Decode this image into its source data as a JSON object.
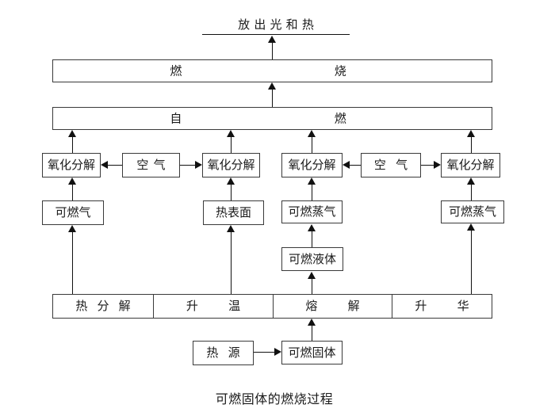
{
  "title": "放 出 光 和 热",
  "caption": "可燃固体的燃烧过程",
  "boxes": {
    "combustion": [
      "燃",
      "烧"
    ],
    "autoignition": [
      "自",
      "燃"
    ],
    "oxidation1": "氧化分解",
    "air1": "空 气",
    "oxidation2": "氧化分解",
    "oxidation3": "氧化分解",
    "air2": "空 气",
    "oxidation4": "氧化分解",
    "combustible_gas": "可燃气",
    "hot_surface": "热表面",
    "combustible_vapor_left": "可燃蒸气",
    "combustible_vapor_right": "可燃蒸气",
    "combustible_liquid": "可燃液体",
    "process": [
      "热 分 解",
      "升 温",
      "熔 解",
      "升 华"
    ],
    "heat_source": "热 源",
    "combustible_solid": "可燃固体"
  },
  "colors": {
    "background": "#ffffff",
    "box_border": "#3a3a3a",
    "line": "#111111",
    "text": "#1a1a1a"
  }
}
